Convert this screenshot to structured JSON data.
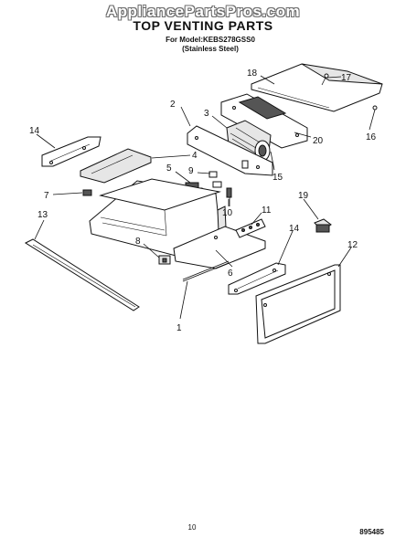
{
  "header": {
    "watermark": "AppliancePartsPros.com",
    "title": "TOP VENTING PARTS",
    "model_line": "For Model:KEBS278GSS0",
    "finish_line": "(Stainless Steel)"
  },
  "footer": {
    "page_number": "10",
    "drawing_code": "895485"
  },
  "callouts": [
    "1",
    "2",
    "3",
    "4",
    "5",
    "6",
    "7",
    "8",
    "9",
    "10",
    "11",
    "12",
    "13",
    "14",
    "14",
    "15",
    "16",
    "17",
    "18",
    "19",
    "20"
  ]
}
